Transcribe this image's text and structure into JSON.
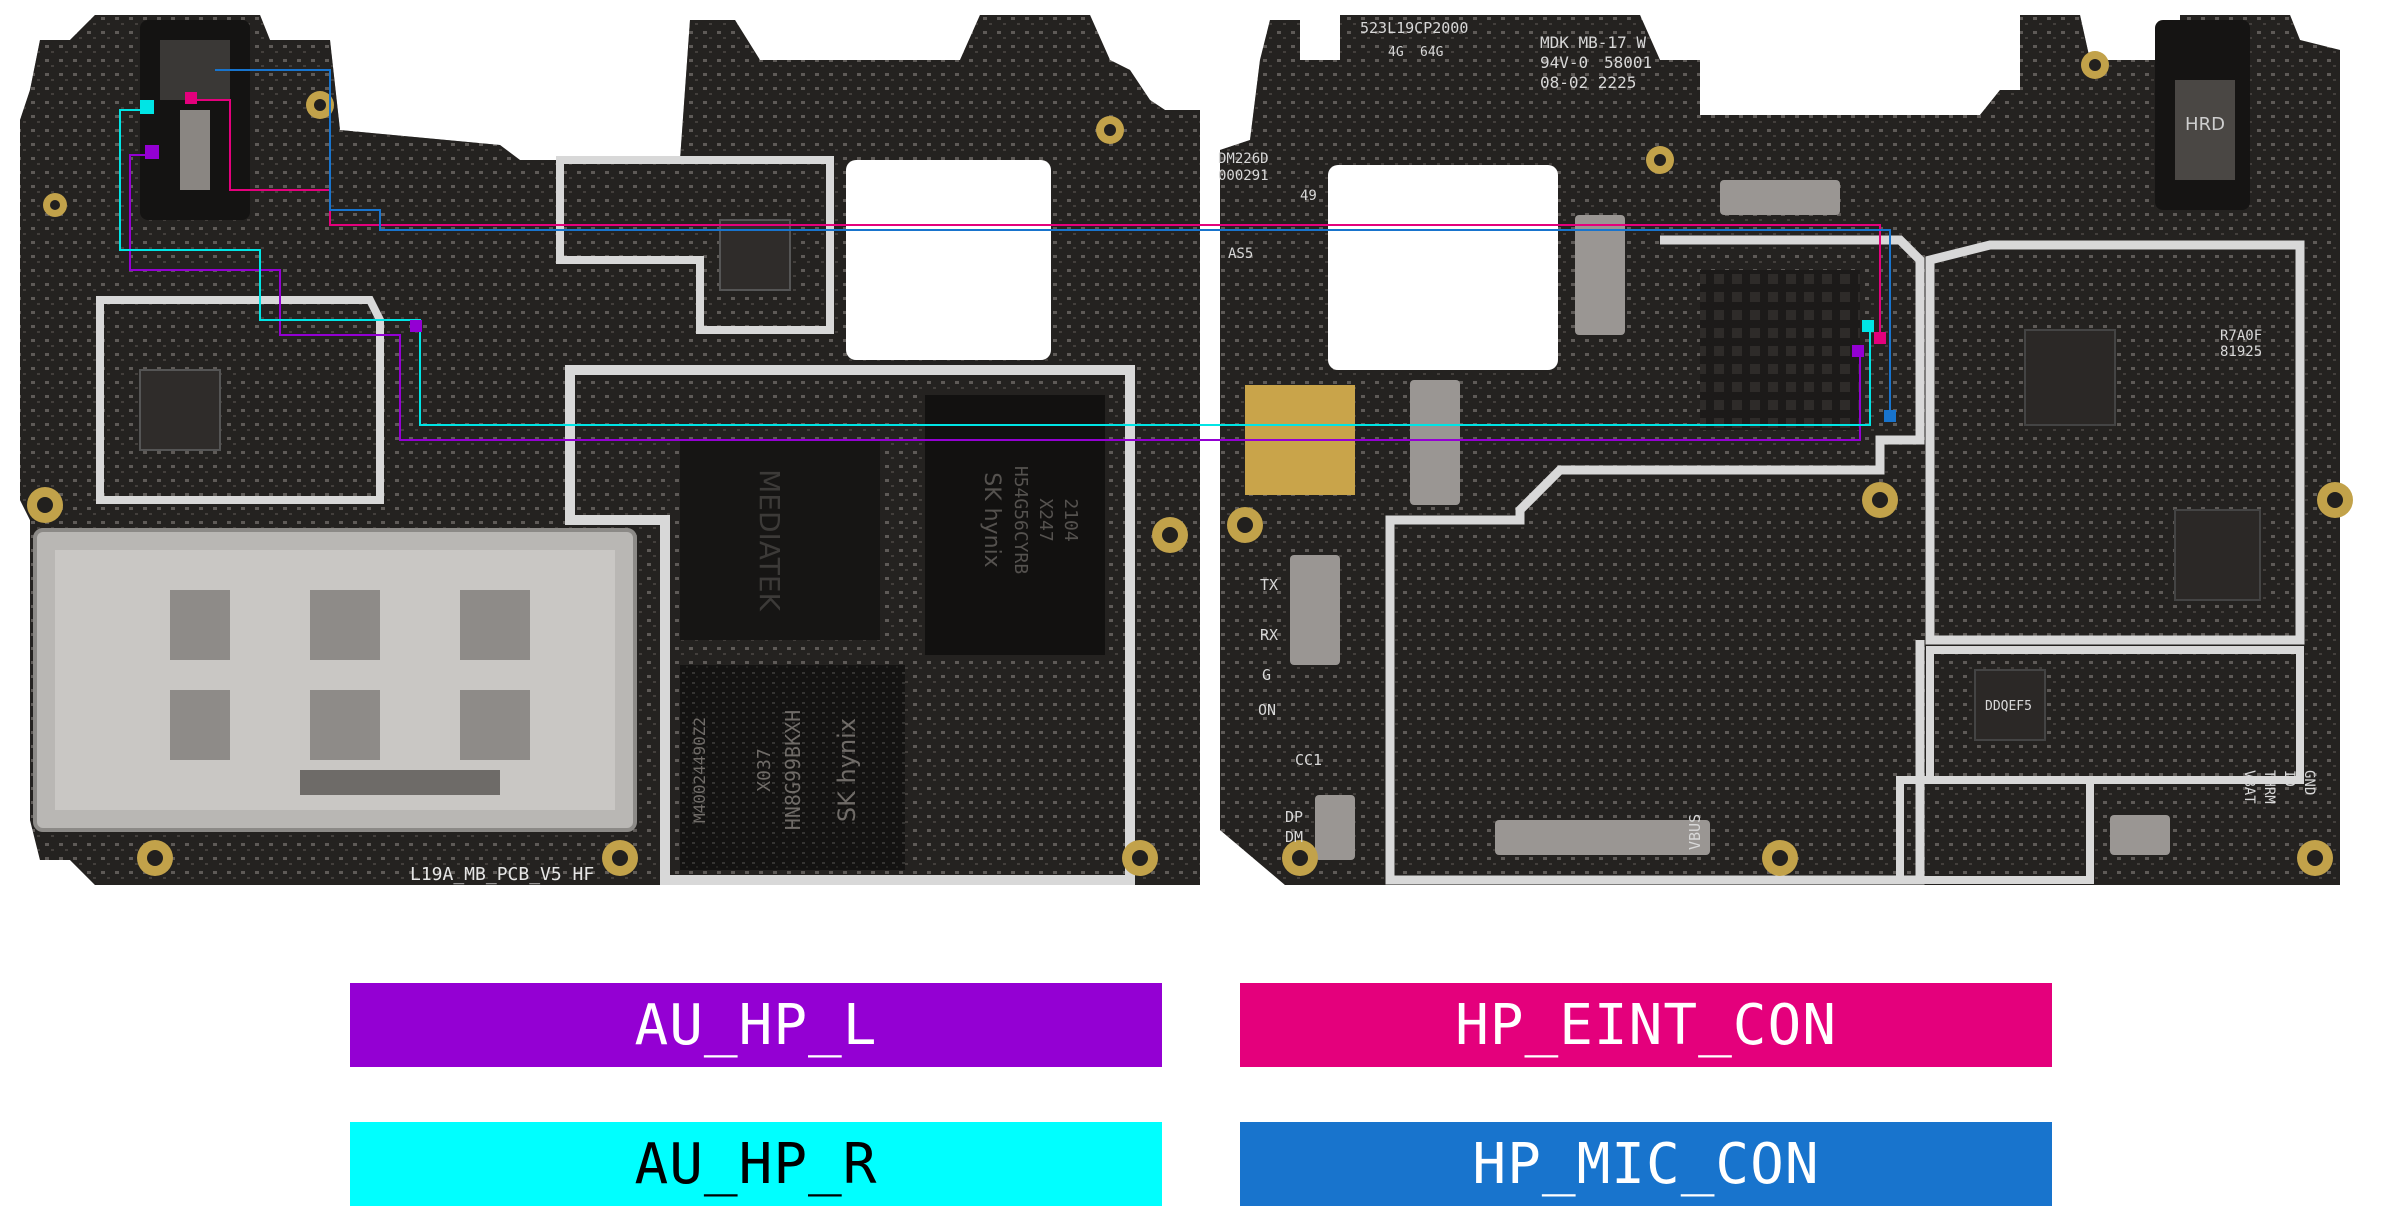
{
  "left_board": {
    "pcb_label": "L19A_MB_PCB_V5 HF",
    "chips": {
      "emmc_brand": "SK hynix",
      "emmc_part": "HN8G99BKXH",
      "emmc_code": "X037",
      "emmc_lot": "M40024490Z2",
      "cpu_brand": "MEDIATEK",
      "ram_brand": "SK hynix",
      "ram_part": "H54G56CYRB",
      "ram_code": "X247",
      "ram_date": "2104"
    }
  },
  "right_board": {
    "top_label": "523L19CP2000",
    "maker_label": "MDK MB-17 W",
    "rating_label": "94V-0",
    "code_label": "58001",
    "date_label": "08-02 2225",
    "mem_label_1": "4G",
    "mem_label_2": "64G",
    "dm_label_1": "DM226D",
    "dm_label_2": "000291",
    "num_label": "49",
    "as_label": "AS5",
    "hrd_label": "HRD",
    "pins_left": [
      "TX",
      "RX",
      "G",
      "ON",
      "CC1",
      "DP",
      "DM"
    ],
    "vbus_label": "VBUS",
    "pins_right": [
      "GND",
      "ID",
      "THRM",
      "VBAT"
    ],
    "chip_1": "R7A0F",
    "chip_2": "81925",
    "chip_3": "DDQEF5"
  },
  "legend": [
    {
      "label": "AU_HP_L",
      "bg": "#9400d3",
      "fg": "#ffffff"
    },
    {
      "label": "HP_EINT_CON",
      "bg": "#e4007c",
      "fg": "#ffffff"
    },
    {
      "label": "AU_HP_R",
      "bg": "#00ffff",
      "fg": "#000000"
    },
    {
      "label": "HP_MIC_CON",
      "bg": "#1874cd",
      "fg": "#ffffff"
    }
  ]
}
